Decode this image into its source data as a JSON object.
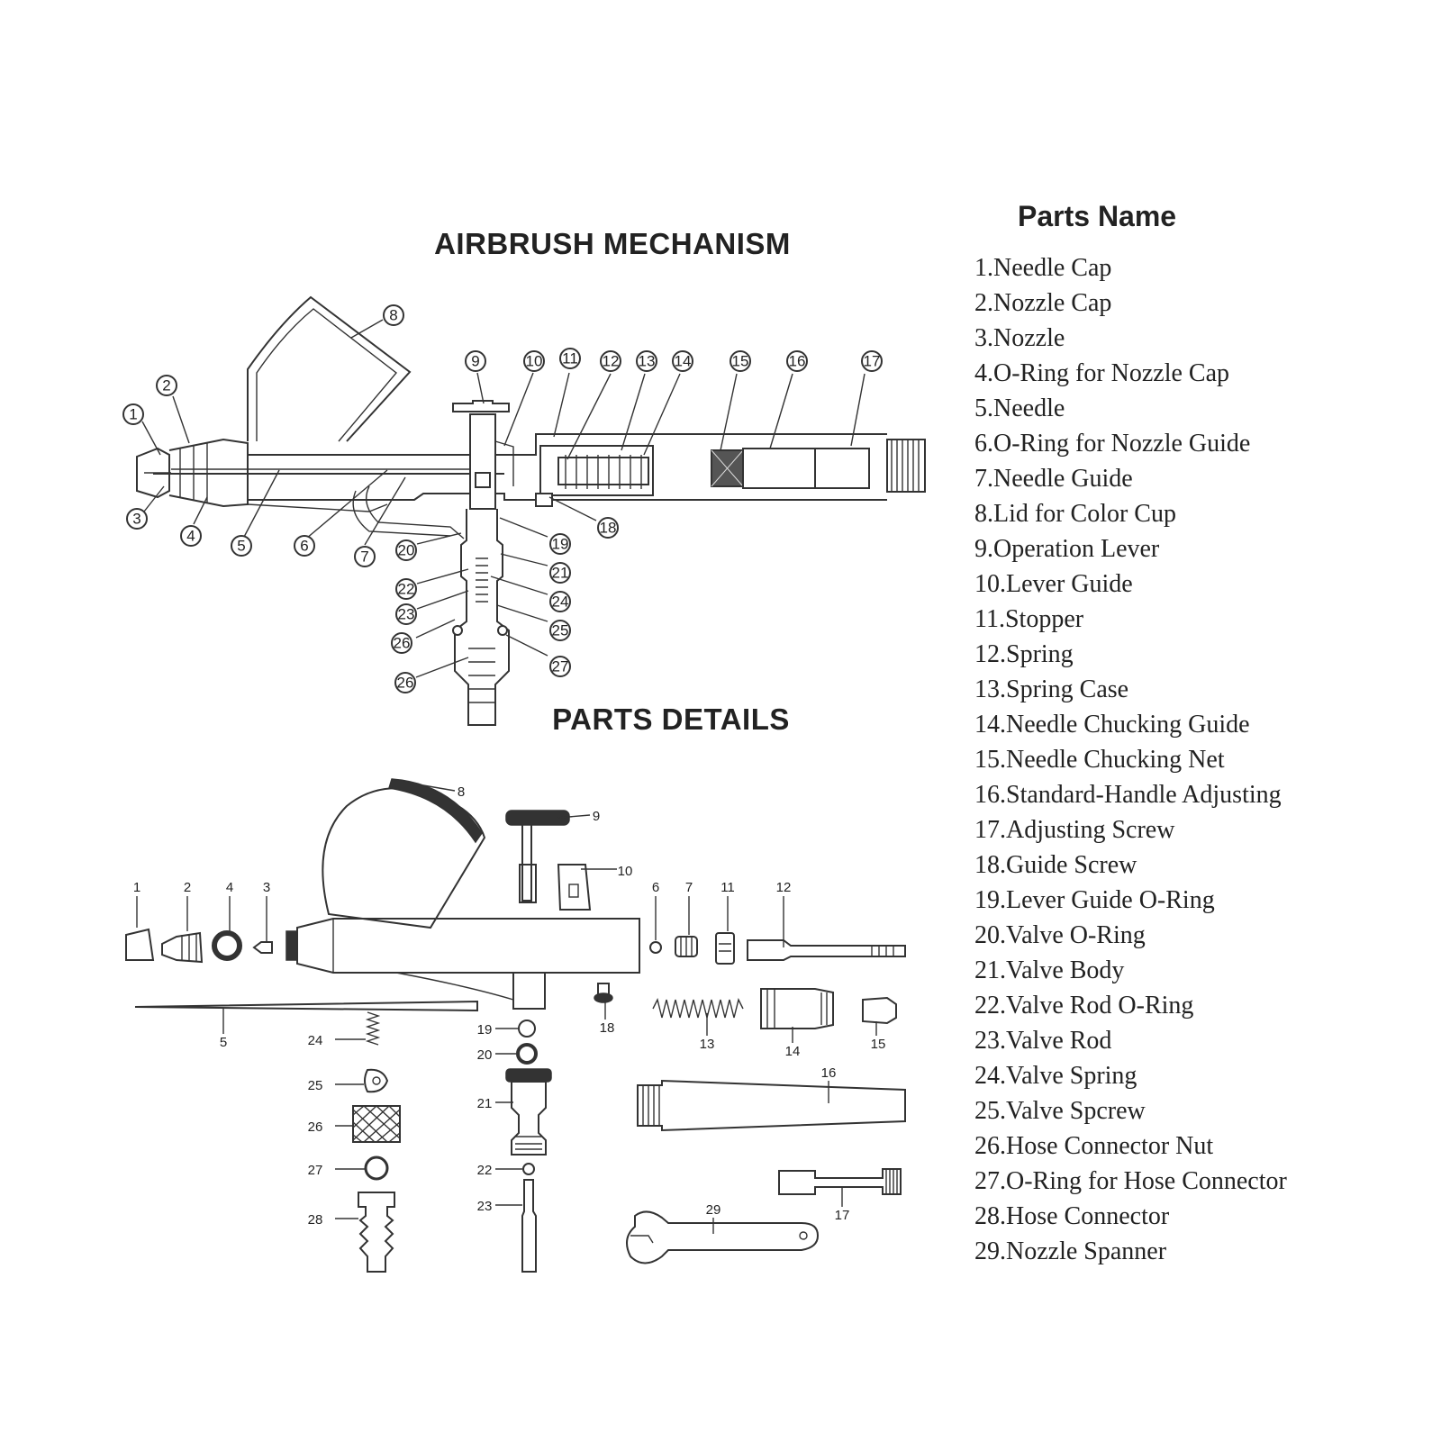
{
  "mechanism_title": "AIRBRUSH MECHANISM",
  "details_title": "PARTS DETAILS",
  "parts_title": "Parts Name",
  "parts": [
    "1.Needle Cap",
    "2.Nozzle Cap",
    "3.Nozzle",
    "4.O-Ring for Nozzle Cap",
    "5.Needle",
    "6.O-Ring for Nozzle Guide",
    "7.Needle Guide",
    "8.Lid for Color Cup",
    "9.Operation Lever",
    "10.Lever Guide",
    "11.Stopper",
    "12.Spring",
    "13.Spring Case",
    "14.Needle Chucking Guide",
    "15.Needle Chucking Net",
    "16.Standard-Handle Adjusting",
    "17.Adjusting Screw",
    "18.Guide Screw",
    "19.Lever Guide O-Ring",
    "20.Valve O-Ring",
    "21.Valve Body",
    "22.Valve Rod O-Ring",
    "23.Valve Rod",
    "24.Valve Spring",
    "25.Valve Spcrew",
    "26.Hose Connector Nut",
    "27.O-Ring for Hose Connector",
    "28.Hose Connector",
    "29.Nozzle Spanner"
  ],
  "mechanism_callouts": [
    "1",
    "2",
    "3",
    "4",
    "5",
    "6",
    "7",
    "8",
    "9",
    "10",
    "11",
    "12",
    "13",
    "14",
    "15",
    "16",
    "17",
    "18",
    "19",
    "20",
    "21",
    "22",
    "23",
    "24",
    "25",
    "26",
    "27",
    "26"
  ],
  "detail_callouts": [
    "8",
    "9",
    "10",
    "1",
    "2",
    "4",
    "3",
    "6",
    "7",
    "11",
    "12",
    "5",
    "18",
    "13",
    "14",
    "15",
    "19",
    "20",
    "21",
    "22",
    "23",
    "24",
    "25",
    "26",
    "27",
    "28",
    "16",
    "17",
    "29"
  ]
}
